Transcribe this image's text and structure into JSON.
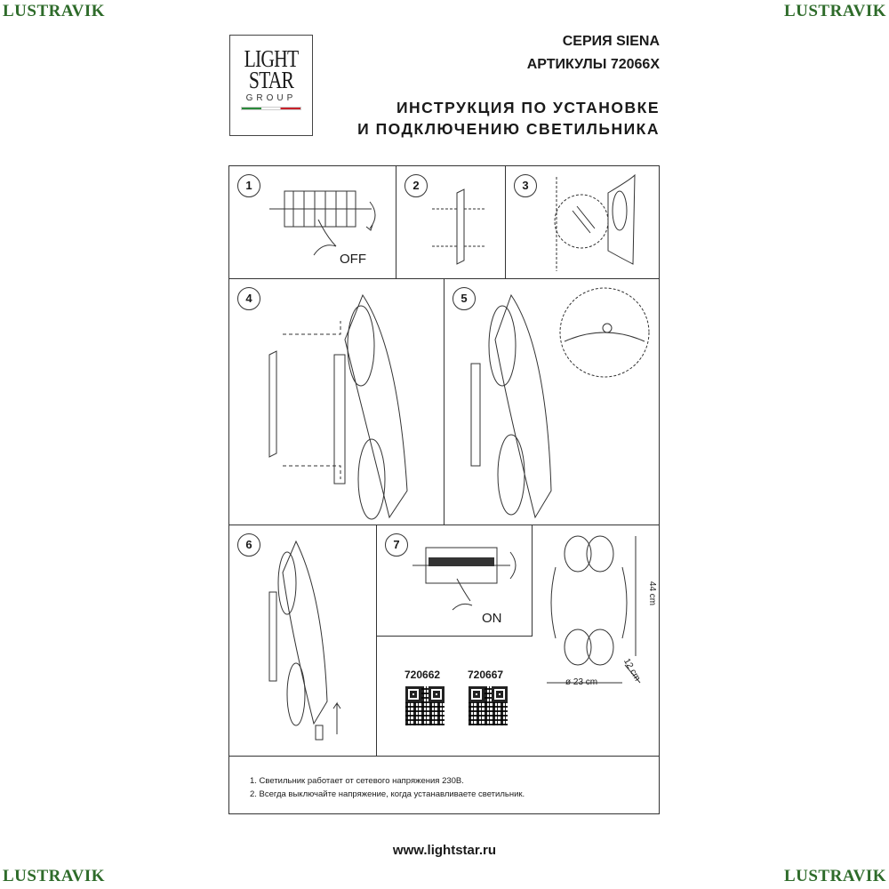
{
  "watermark": "LUSTRAVIK",
  "logo": {
    "line1": "LIGHT",
    "line2": "STAR",
    "line3": "GROUP"
  },
  "header": {
    "series": "СЕРИЯ SIENA",
    "articles": "АРТИКУЛЫ 72066X",
    "title1": "ИНСТРУКЦИЯ ПО УСТАНОВКЕ",
    "title2": "И ПОДКЛЮЧЕНИЮ СВЕТИЛЬНИКА"
  },
  "steps": [
    "1",
    "2",
    "3",
    "4",
    "5",
    "6",
    "7"
  ],
  "labels": {
    "off": "OFF",
    "on": "ON"
  },
  "dimensions": {
    "height": "44 cm",
    "depth": "12 cm",
    "diameter": "ø 23 cm"
  },
  "qr_codes": [
    {
      "article": "720662"
    },
    {
      "article": "720667"
    }
  ],
  "notes": [
    "1. Светильник работает от сетевого напряжения 230В.",
    "2. Всегда выключайте напряжение, когда устанавливаете светильник."
  ],
  "footer": {
    "url": "www.lightstar.ru"
  }
}
